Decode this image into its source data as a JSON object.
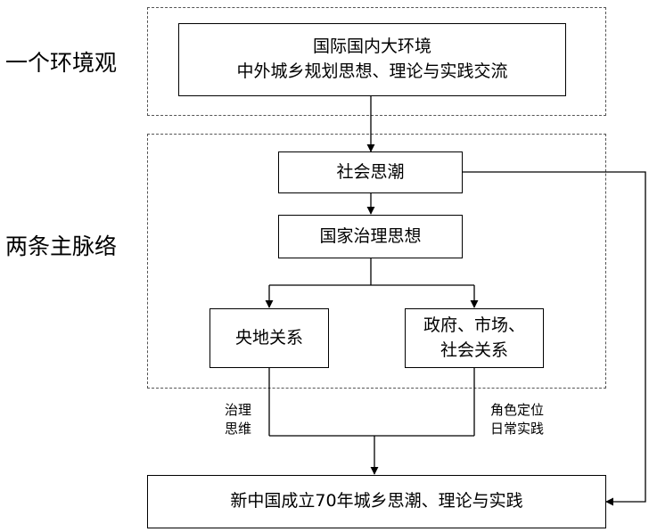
{
  "side_labels": {
    "one_view": "一个环境观",
    "two_lines": "两条主脉络"
  },
  "boxes": {
    "environment": {
      "line1": "国际国内大环境",
      "line2": "中外城乡规划思想、理论与实践交流"
    },
    "social_thought": "社会思潮",
    "governance_thought": "国家治理思想",
    "central_local": "央地关系",
    "gov_market_society": {
      "line1": "政府、市场、",
      "line2": "社会关系"
    },
    "result": "新中国成立70年城乡思潮、理论与实践"
  },
  "edge_labels": {
    "left": {
      "line1": "治理",
      "line2": "思维"
    },
    "right": {
      "line1": "角色定位",
      "line2": "日常实践"
    }
  }
}
